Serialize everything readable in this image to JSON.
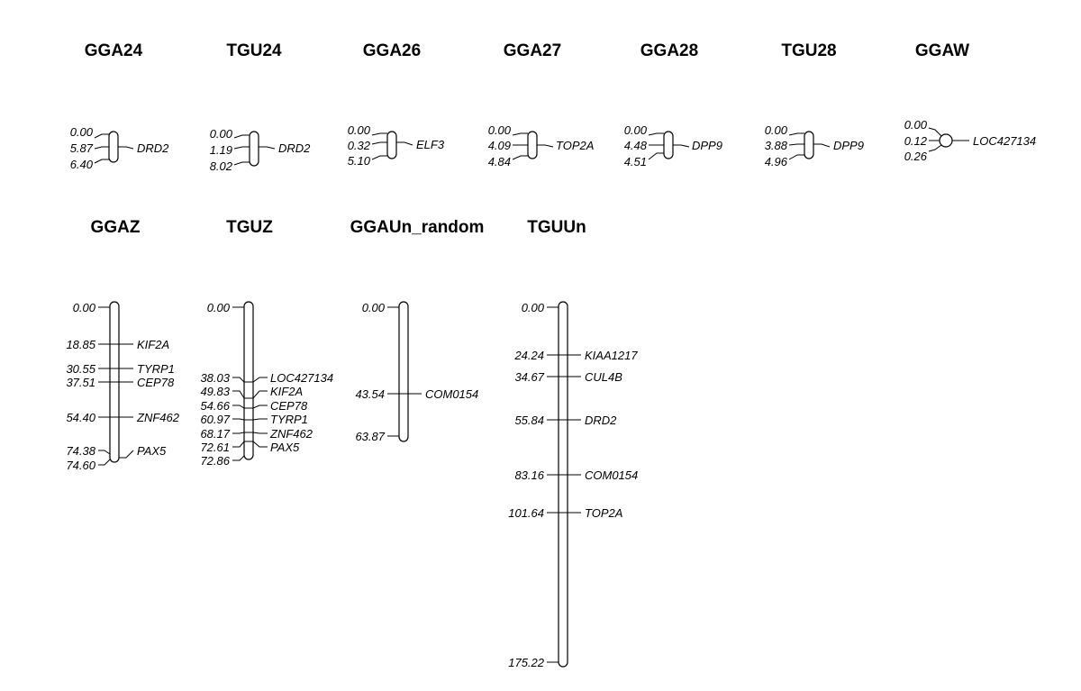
{
  "chromosomes": [
    {
      "name": "GGA24",
      "positions": [
        "0.00",
        "5.87",
        "6.40"
      ],
      "genes": [
        {
          "label": "DRD2",
          "pos": "5.87"
        }
      ]
    },
    {
      "name": "TGU24",
      "positions": [
        "0.00",
        "1.19",
        "8.02"
      ],
      "genes": [
        {
          "label": "DRD2",
          "pos": "1.19"
        }
      ]
    },
    {
      "name": "GGA26",
      "positions": [
        "0.00",
        "0.32",
        "5.10"
      ],
      "genes": [
        {
          "label": "ELF3",
          "pos": "0.32"
        }
      ]
    },
    {
      "name": "GGA27",
      "positions": [
        "0.00",
        "4.09",
        "4.84"
      ],
      "genes": [
        {
          "label": "TOP2A",
          "pos": "4.09"
        }
      ]
    },
    {
      "name": "GGA28",
      "positions": [
        "0.00",
        "4.48",
        "4.51"
      ],
      "genes": [
        {
          "label": "DPP9",
          "pos": "4.48"
        }
      ]
    },
    {
      "name": "TGU28",
      "positions": [
        "0.00",
        "3.88",
        "4.96"
      ],
      "genes": [
        {
          "label": "DPP9",
          "pos": "3.88"
        }
      ]
    },
    {
      "name": "GGAW",
      "positions": [
        "0.00",
        "0.12",
        "0.26"
      ],
      "genes": [
        {
          "label": "LOC427134",
          "pos": "0.12"
        }
      ]
    },
    {
      "name": "GGAZ",
      "positions": [
        "0.00",
        "18.85",
        "30.55",
        "37.51",
        "54.40",
        "74.38",
        "74.60"
      ],
      "genes": [
        {
          "label": "KIF2A",
          "pos": "18.85"
        },
        {
          "label": "TYRP1",
          "pos": "30.55"
        },
        {
          "label": "CEP78",
          "pos": "37.51"
        },
        {
          "label": "ZNF462",
          "pos": "54.40"
        },
        {
          "label": "PAX5",
          "pos": "74.38"
        }
      ]
    },
    {
      "name": "TGUZ",
      "positions": [
        "0.00",
        "38.03",
        "49.83",
        "54.66",
        "60.97",
        "68.17",
        "72.61",
        "72.86"
      ],
      "genes": [
        {
          "label": "LOC427134",
          "pos": "38.03"
        },
        {
          "label": "KIF2A",
          "pos": "49.83"
        },
        {
          "label": "CEP78",
          "pos": "54.66"
        },
        {
          "label": "TYRP1",
          "pos": "60.97"
        },
        {
          "label": "ZNF462",
          "pos": "68.17"
        },
        {
          "label": "PAX5",
          "pos": "72.61"
        }
      ]
    },
    {
      "name": "GGAUn_random",
      "positions": [
        "0.00",
        "43.54",
        "63.87"
      ],
      "genes": [
        {
          "label": "COM0154",
          "pos": "43.54"
        }
      ]
    },
    {
      "name": "TGUUn",
      "positions": [
        "0.00",
        "24.24",
        "34.67",
        "55.84",
        "83.16",
        "101.64",
        "175.22"
      ],
      "genes": [
        {
          "label": "KIAA1217",
          "pos": "24.24"
        },
        {
          "label": "CUL4B",
          "pos": "34.67"
        },
        {
          "label": "DRD2",
          "pos": "55.84"
        },
        {
          "label": "COM0154",
          "pos": "83.16"
        },
        {
          "label": "TOP2A",
          "pos": "101.64"
        }
      ]
    }
  ]
}
